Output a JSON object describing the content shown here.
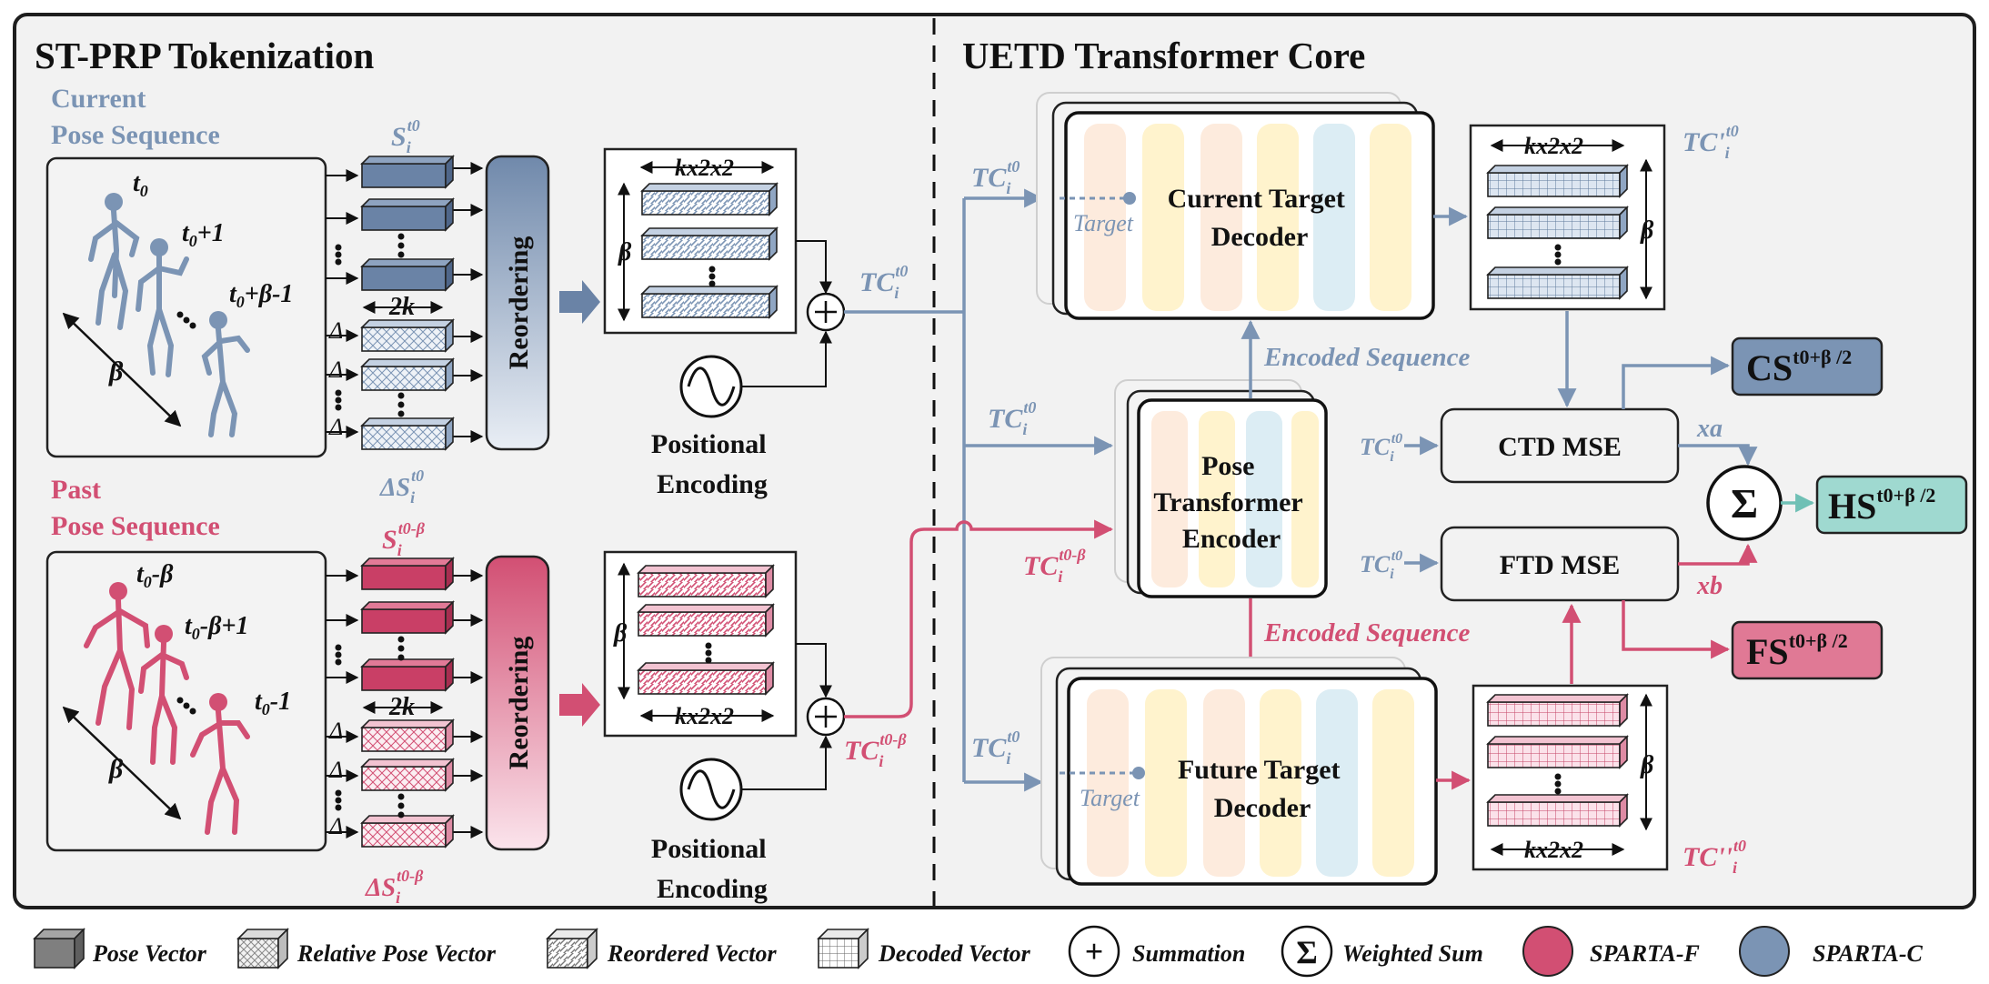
{
  "colors": {
    "blue": "#7b94b4",
    "blue_dark": "#5f7a9c",
    "red": "#d24f73",
    "red_dark": "#c44467",
    "teal": "#6fc0b5",
    "panel_bg": "#f2f2f2",
    "border": "#222222"
  },
  "left_panel": {
    "title": "ST-PRP Tokenization",
    "current": {
      "label_line1": "Current",
      "label_line2": "Pose Sequence",
      "t_label_1": "t",
      "t_label_1_sub": "0",
      "t_label_2": "t",
      "t_label_2_sub": "0",
      "t_label_2_suffix": "+1",
      "t_label_3": "t",
      "t_label_3_sub": "0",
      "t_label_3_suffix": "+β-1",
      "beta": "β",
      "s_label": "S",
      "s_sub": "i",
      "s_sup": "t0",
      "delta_s_label": "ΔS",
      "delta_s_sub": "i",
      "delta_s_sup": "t0",
      "two_k": "2k",
      "delta": "Δ",
      "reordering": "Reordering",
      "kx2x2": "kx2x2",
      "beta_small": "β",
      "tc_label": "TC",
      "tc_sub": "i",
      "tc_sup": "t0",
      "pe_line1": "Positional",
      "pe_line2": "Encoding"
    },
    "past": {
      "label_line1": "Past",
      "label_line2": "Pose Sequence",
      "t_label_1": "t",
      "t_label_1_sub": "0",
      "t_label_1_suffix": "-β",
      "t_label_2": "t",
      "t_label_2_sub": "0",
      "t_label_2_suffix": "-β+1",
      "t_label_3": "t",
      "t_label_3_sub": "0",
      "t_label_3_suffix": "-1",
      "beta": "β",
      "s_label": "S",
      "s_sub": "i",
      "s_sup": "t0-β",
      "delta_s_label": "ΔS",
      "delta_s_sub": "i",
      "delta_s_sup": "t0-β",
      "two_k": "2k",
      "delta": "Δ",
      "reordering": "Reordering",
      "kx2x2": "kx2x2",
      "beta_small": "β",
      "tc_label": "TC",
      "tc_sub": "i",
      "tc_sup": "t0-β",
      "pe_line1": "Positional",
      "pe_line2": "Encoding"
    }
  },
  "right_panel": {
    "title": "UETD Transformer Core",
    "tc_in_top": {
      "label": "TC",
      "sub": "i",
      "sup": "t0"
    },
    "tc_in_mid": {
      "label": "TC",
      "sub": "i",
      "sup": "t0"
    },
    "tc_in_past": {
      "label": "TC",
      "sub": "i",
      "sup": "t0-β"
    },
    "tc_in_bottom": {
      "label": "TC",
      "sub": "i",
      "sup": "t0"
    },
    "target": "Target",
    "current_decoder_line1": "Current Target",
    "current_decoder_line2": "Decoder",
    "future_decoder_line1": "Future Target",
    "future_decoder_line2": "Decoder",
    "encoder_line1": "Pose",
    "encoder_line2": "Transformer",
    "encoder_line3": "Encoder",
    "encoded_sequence": "Encoded Sequence",
    "tc_prime": {
      "label": "TC'",
      "sub": "i",
      "sup": "t0"
    },
    "tc_dprime": {
      "label": "TC''",
      "sub": "i",
      "sup": "t0"
    },
    "kx2x2": "kx2x2",
    "beta": "β",
    "ctd_mse": "CTD MSE",
    "ftd_mse": "FTD MSE",
    "tc_ctd": {
      "label": "TC",
      "sub": "i",
      "sup": "t0"
    },
    "tc_ftd": {
      "label": "TC",
      "sub": "i",
      "sup": "t0"
    },
    "xa": "xa",
    "xb": "xb",
    "sigma": "Σ",
    "cs": {
      "label": "CS",
      "sup": "t0+β /2"
    },
    "hs": {
      "label": "HS",
      "sup": "t0+β /2"
    },
    "fs": {
      "label": "FS",
      "sup": "t0+β /2"
    }
  },
  "legend": [
    {
      "icon": "pose-vector-icon",
      "label": "Pose Vector"
    },
    {
      "icon": "relative-pose-vector-icon",
      "label": "Relative Pose Vector"
    },
    {
      "icon": "reordered-vector-icon",
      "label": "Reordered Vector"
    },
    {
      "icon": "decoded-vector-icon",
      "label": "Decoded Vector"
    },
    {
      "icon": "summation-icon",
      "label": "Summation"
    },
    {
      "icon": "weighted-sum-icon",
      "label": "Weighted Sum"
    },
    {
      "icon": "sparta-f-icon",
      "label": "SPARTA-F"
    },
    {
      "icon": "sparta-c-icon",
      "label": "SPARTA-C"
    }
  ],
  "legend_symbols": {
    "plus": "+",
    "sigma": "Σ"
  }
}
